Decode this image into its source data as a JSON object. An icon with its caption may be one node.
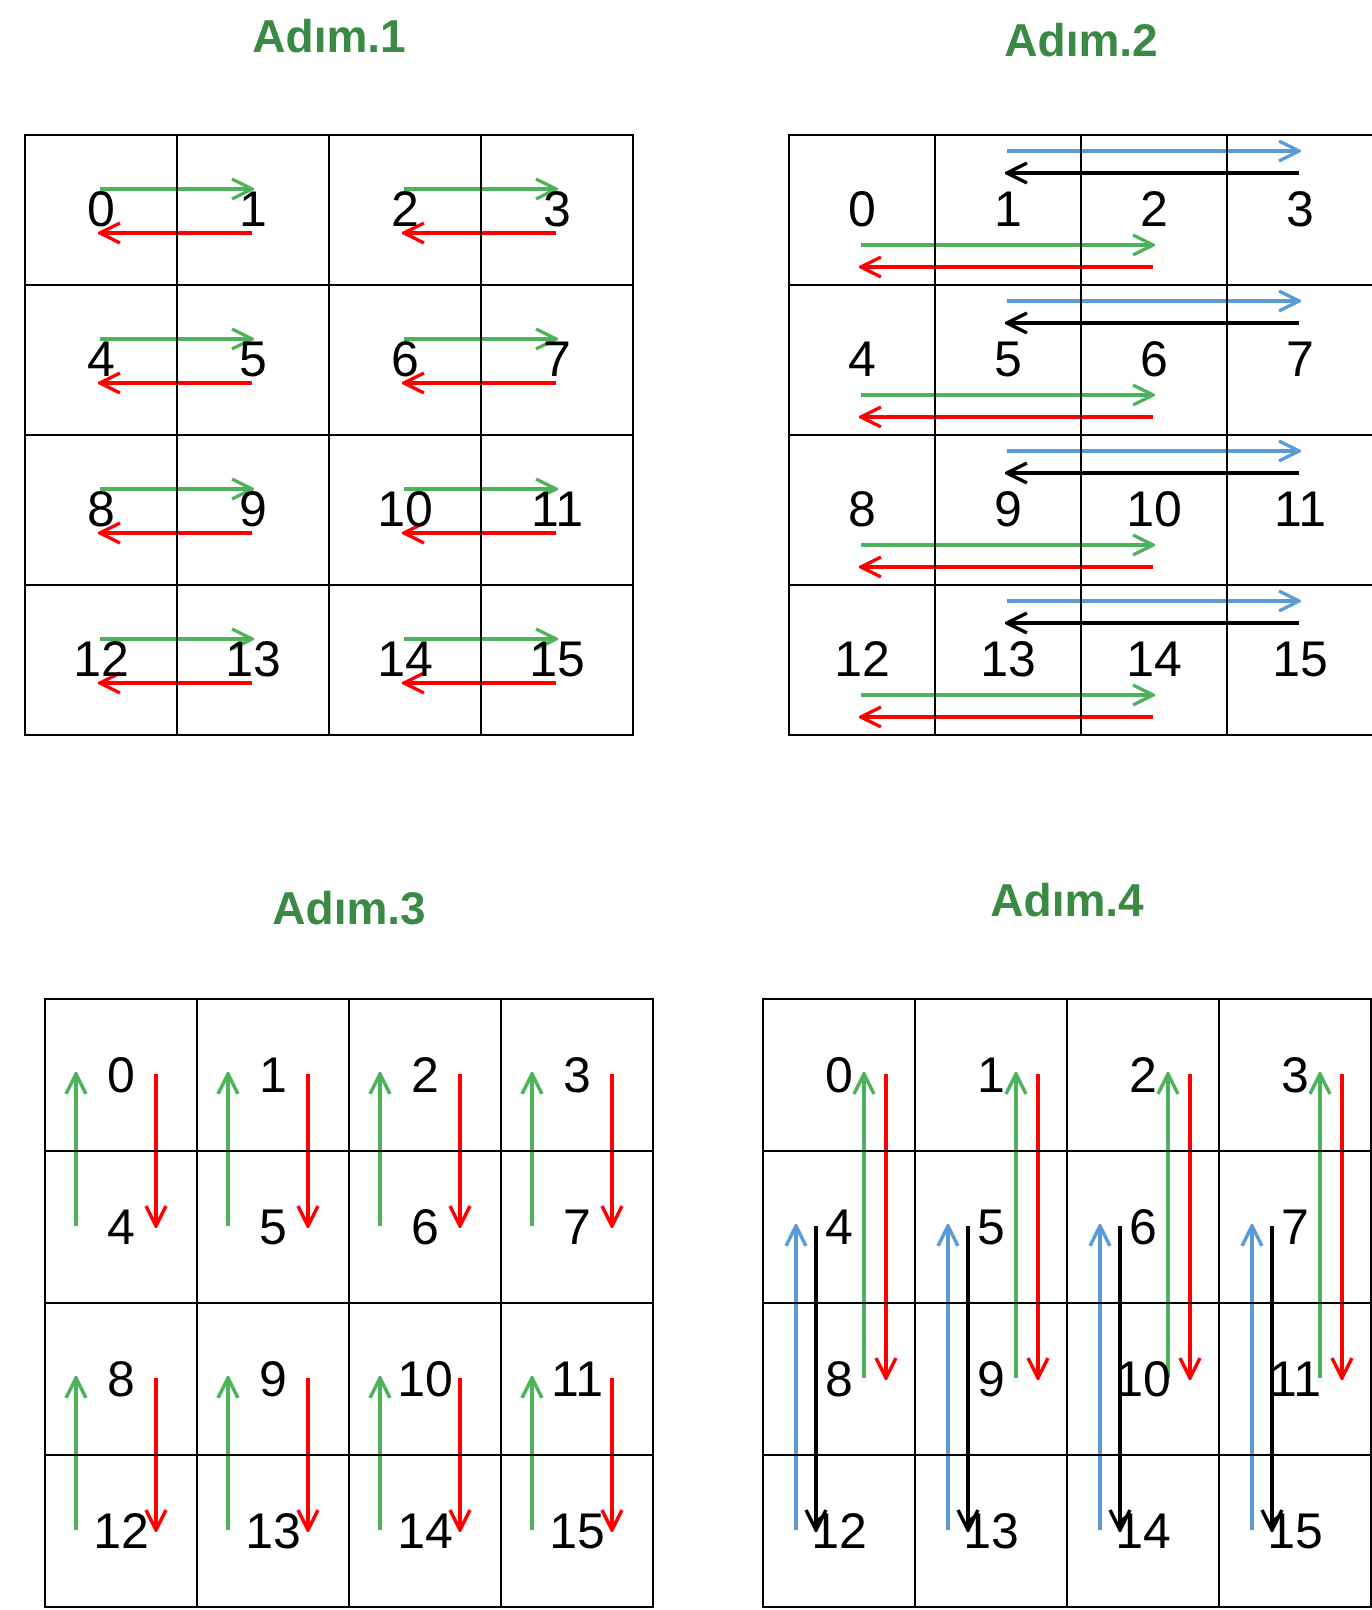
{
  "diagram": {
    "nodes": [
      {
        "text": [
          "Adım.1"
        ]
      },
      {
        "text": [
          "0"
        ],
        "in": 0
      },
      {
        "text": [
          "1"
        ],
        "in": 0
      },
      {
        "text": [
          "2"
        ],
        "in": 0
      },
      {
        "text": [
          "3"
        ],
        "in": 0
      },
      {
        "text": [
          "4"
        ],
        "in": 0
      },
      {
        "text": [
          "5"
        ],
        "in": 0
      },
      {
        "text": [
          "6"
        ],
        "in": 0
      },
      {
        "text": [
          "7"
        ],
        "in": 0
      },
      {
        "text": [
          "8"
        ],
        "in": 0
      },
      {
        "text": [
          "9"
        ],
        "in": 0
      },
      {
        "text": [
          "10"
        ],
        "in": 0
      },
      {
        "text": [
          "11"
        ],
        "in": 0
      },
      {
        "text": [
          "12"
        ],
        "in": 0
      },
      {
        "text": [
          "13"
        ],
        "in": 0
      },
      {
        "text": [
          "14"
        ],
        "in": 0
      },
      {
        "text": [
          "15"
        ],
        "in": 0
      },
      {
        "text": [
          "Adım.2"
        ]
      },
      {
        "text": [
          "0"
        ],
        "in": 17
      },
      {
        "text": [
          "1"
        ],
        "in": 17
      },
      {
        "text": [
          "2"
        ],
        "in": 17
      },
      {
        "text": [
          "3"
        ],
        "in": 17
      },
      {
        "text": [
          "4"
        ],
        "in": 17
      },
      {
        "text": [
          "5"
        ],
        "in": 17
      },
      {
        "text": [
          "6"
        ],
        "in": 17
      },
      {
        "text": [
          "7"
        ],
        "in": 17
      },
      {
        "text": [
          "8"
        ],
        "in": 17
      },
      {
        "text": [
          "9"
        ],
        "in": 17
      },
      {
        "text": [
          "10"
        ],
        "in": 17
      },
      {
        "text": [
          "11"
        ],
        "in": 17
      },
      {
        "text": [
          "12"
        ],
        "in": 17
      },
      {
        "text": [
          "13"
        ],
        "in": 17
      },
      {
        "text": [
          "14"
        ],
        "in": 17
      },
      {
        "text": [
          "15"
        ],
        "in": 17
      },
      {
        "text": [
          "Adım.3"
        ]
      },
      {
        "text": [
          "0"
        ],
        "in": 34
      },
      {
        "text": [
          "1"
        ],
        "in": 34
      },
      {
        "text": [
          "2"
        ],
        "in": 34
      },
      {
        "text": [
          "3"
        ],
        "in": 34
      },
      {
        "text": [
          "4"
        ],
        "in": 34
      },
      {
        "text": [
          "5"
        ],
        "in": 34
      },
      {
        "text": [
          "6"
        ],
        "in": 34
      },
      {
        "text": [
          "7"
        ],
        "in": 34
      },
      {
        "text": [
          "8"
        ],
        "in": 34
      },
      {
        "text": [
          "9"
        ],
        "in": 34
      },
      {
        "text": [
          "10"
        ],
        "in": 34
      },
      {
        "text": [
          "11"
        ],
        "in": 34
      },
      {
        "text": [
          "12"
        ],
        "in": 34
      },
      {
        "text": [
          "13"
        ],
        "in": 34
      },
      {
        "text": [
          "14"
        ],
        "in": 34
      },
      {
        "text": [
          "15"
        ],
        "in": 34
      },
      {
        "text": [
          "Adım.4"
        ]
      },
      {
        "text": [
          "0"
        ],
        "in": 51
      },
      {
        "text": [
          "1"
        ],
        "in": 51
      },
      {
        "text": [
          "2"
        ],
        "in": 51
      },
      {
        "text": [
          "3"
        ],
        "in": 51
      },
      {
        "text": [
          "4"
        ],
        "in": 51
      },
      {
        "text": [
          "5"
        ],
        "in": 51
      },
      {
        "text": [
          "6"
        ],
        "in": 51
      },
      {
        "text": [
          "7"
        ],
        "in": 51
      },
      {
        "text": [
          "8"
        ],
        "in": 51
      },
      {
        "text": [
          "9"
        ],
        "in": 51
      },
      {
        "text": [
          "10"
        ],
        "in": 51
      },
      {
        "text": [
          "11"
        ],
        "in": 51
      },
      {
        "text": [
          "12"
        ],
        "in": 51
      },
      {
        "text": [
          "13"
        ],
        "in": 51
      },
      {
        "text": [
          "14"
        ],
        "in": 51
      },
      {
        "text": [
          "15"
        ],
        "in": 51
      }
    ],
    "edges": [
      {
        "from": 1,
        "to": 2,
        "arrow": "to",
        "color": "#4db25a"
      },
      {
        "from": 2,
        "to": 1,
        "arrow": "to",
        "color": "#ff0000"
      },
      {
        "from": 3,
        "to": 4,
        "arrow": "to",
        "color": "#4db25a"
      },
      {
        "from": 4,
        "to": 3,
        "arrow": "to",
        "color": "#ff0000"
      },
      {
        "from": 5,
        "to": 6,
        "arrow": "to",
        "color": "#4db25a"
      },
      {
        "from": 6,
        "to": 5,
        "arrow": "to",
        "color": "#ff0000"
      },
      {
        "from": 7,
        "to": 8,
        "arrow": "to",
        "color": "#4db25a"
      },
      {
        "from": 8,
        "to": 7,
        "arrow": "to",
        "color": "#ff0000"
      },
      {
        "from": 9,
        "to": 10,
        "arrow": "to",
        "color": "#4db25a"
      },
      {
        "from": 10,
        "to": 9,
        "arrow": "to",
        "color": "#ff0000"
      },
      {
        "from": 11,
        "to": 12,
        "arrow": "to",
        "color": "#4db25a"
      },
      {
        "from": 12,
        "to": 11,
        "arrow": "to",
        "color": "#ff0000"
      },
      {
        "from": 13,
        "to": 14,
        "arrow": "to",
        "color": "#4db25a"
      },
      {
        "from": 14,
        "to": 13,
        "arrow": "to",
        "color": "#ff0000"
      },
      {
        "from": 15,
        "to": 16,
        "arrow": "to",
        "color": "#4db25a"
      },
      {
        "from": 16,
        "to": 15,
        "arrow": "to",
        "color": "#ff0000"
      },
      {
        "from": 19,
        "to": 21,
        "arrow": "to",
        "color": "#5b9bd5"
      },
      {
        "from": 21,
        "to": 19,
        "arrow": "to",
        "color": "#000000"
      },
      {
        "from": 18,
        "to": 20,
        "arrow": "to",
        "color": "#4db25a"
      },
      {
        "from": 20,
        "to": 18,
        "arrow": "to",
        "color": "#ff0000"
      },
      {
        "from": 23,
        "to": 25,
        "arrow": "to",
        "color": "#5b9bd5"
      },
      {
        "from": 25,
        "to": 23,
        "arrow": "to",
        "color": "#000000"
      },
      {
        "from": 22,
        "to": 24,
        "arrow": "to",
        "color": "#4db25a"
      },
      {
        "from": 24,
        "to": 22,
        "arrow": "to",
        "color": "#ff0000"
      },
      {
        "from": 27,
        "to": 29,
        "arrow": "to",
        "color": "#5b9bd5"
      },
      {
        "from": 29,
        "to": 27,
        "arrow": "to",
        "color": "#000000"
      },
      {
        "from": 26,
        "to": 28,
        "arrow": "to",
        "color": "#4db25a"
      },
      {
        "from": 28,
        "to": 26,
        "arrow": "to",
        "color": "#ff0000"
      },
      {
        "from": 31,
        "to": 33,
        "arrow": "to",
        "color": "#5b9bd5"
      },
      {
        "from": 33,
        "to": 31,
        "arrow": "to",
        "color": "#000000"
      },
      {
        "from": 30,
        "to": 32,
        "arrow": "to",
        "color": "#4db25a"
      },
      {
        "from": 32,
        "to": 30,
        "arrow": "to",
        "color": "#ff0000"
      },
      {
        "from": 39,
        "to": 35,
        "arrow": "to",
        "color": "#4db25a"
      },
      {
        "from": 35,
        "to": 39,
        "arrow": "to",
        "color": "#ff0000"
      },
      {
        "from": 40,
        "to": 36,
        "arrow": "to",
        "color": "#4db25a"
      },
      {
        "from": 36,
        "to": 40,
        "arrow": "to",
        "color": "#ff0000"
      },
      {
        "from": 41,
        "to": 37,
        "arrow": "to",
        "color": "#4db25a"
      },
      {
        "from": 37,
        "to": 41,
        "arrow": "to",
        "color": "#ff0000"
      },
      {
        "from": 42,
        "to": 38,
        "arrow": "to",
        "color": "#4db25a"
      },
      {
        "from": 38,
        "to": 42,
        "arrow": "to",
        "color": "#ff0000"
      },
      {
        "from": 47,
        "to": 43,
        "arrow": "to",
        "color": "#4db25a"
      },
      {
        "from": 43,
        "to": 47,
        "arrow": "to",
        "color": "#ff0000"
      },
      {
        "from": 48,
        "to": 44,
        "arrow": "to",
        "color": "#4db25a"
      },
      {
        "from": 44,
        "to": 48,
        "arrow": "to",
        "color": "#ff0000"
      },
      {
        "from": 49,
        "to": 45,
        "arrow": "to",
        "color": "#4db25a"
      },
      {
        "from": 45,
        "to": 49,
        "arrow": "to",
        "color": "#ff0000"
      },
      {
        "from": 50,
        "to": 46,
        "arrow": "to",
        "color": "#4db25a"
      },
      {
        "from": 46,
        "to": 50,
        "arrow": "to",
        "color": "#ff0000"
      },
      {
        "from": 60,
        "to": 52,
        "arrow": "to",
        "color": "#4db25a"
      },
      {
        "from": 52,
        "to": 60,
        "arrow": "to",
        "color": "#ff0000"
      },
      {
        "from": 64,
        "to": 56,
        "arrow": "to",
        "color": "#5b9bd5"
      },
      {
        "from": 56,
        "to": 64,
        "arrow": "to",
        "color": "#000000"
      },
      {
        "from": 61,
        "to": 53,
        "arrow": "to",
        "color": "#4db25a"
      },
      {
        "from": 53,
        "to": 61,
        "arrow": "to",
        "color": "#ff0000"
      },
      {
        "from": 65,
        "to": 57,
        "arrow": "to",
        "color": "#5b9bd5"
      },
      {
        "from": 57,
        "to": 65,
        "arrow": "to",
        "color": "#000000"
      },
      {
        "from": 62,
        "to": 54,
        "arrow": "to",
        "color": "#4db25a"
      },
      {
        "from": 54,
        "to": 62,
        "arrow": "to",
        "color": "#ff0000"
      },
      {
        "from": 66,
        "to": 58,
        "arrow": "to",
        "color": "#5b9bd5"
      },
      {
        "from": 58,
        "to": 66,
        "arrow": "to",
        "color": "#000000"
      },
      {
        "from": 63,
        "to": 55,
        "arrow": "to",
        "color": "#4db25a"
      },
      {
        "from": 55,
        "to": 63,
        "arrow": "to",
        "color": "#ff0000"
      },
      {
        "from": 67,
        "to": 59,
        "arrow": "to",
        "color": "#5b9bd5"
      },
      {
        "from": 59,
        "to": 67,
        "arrow": "to",
        "color": "#000000"
      }
    ]
  }
}
